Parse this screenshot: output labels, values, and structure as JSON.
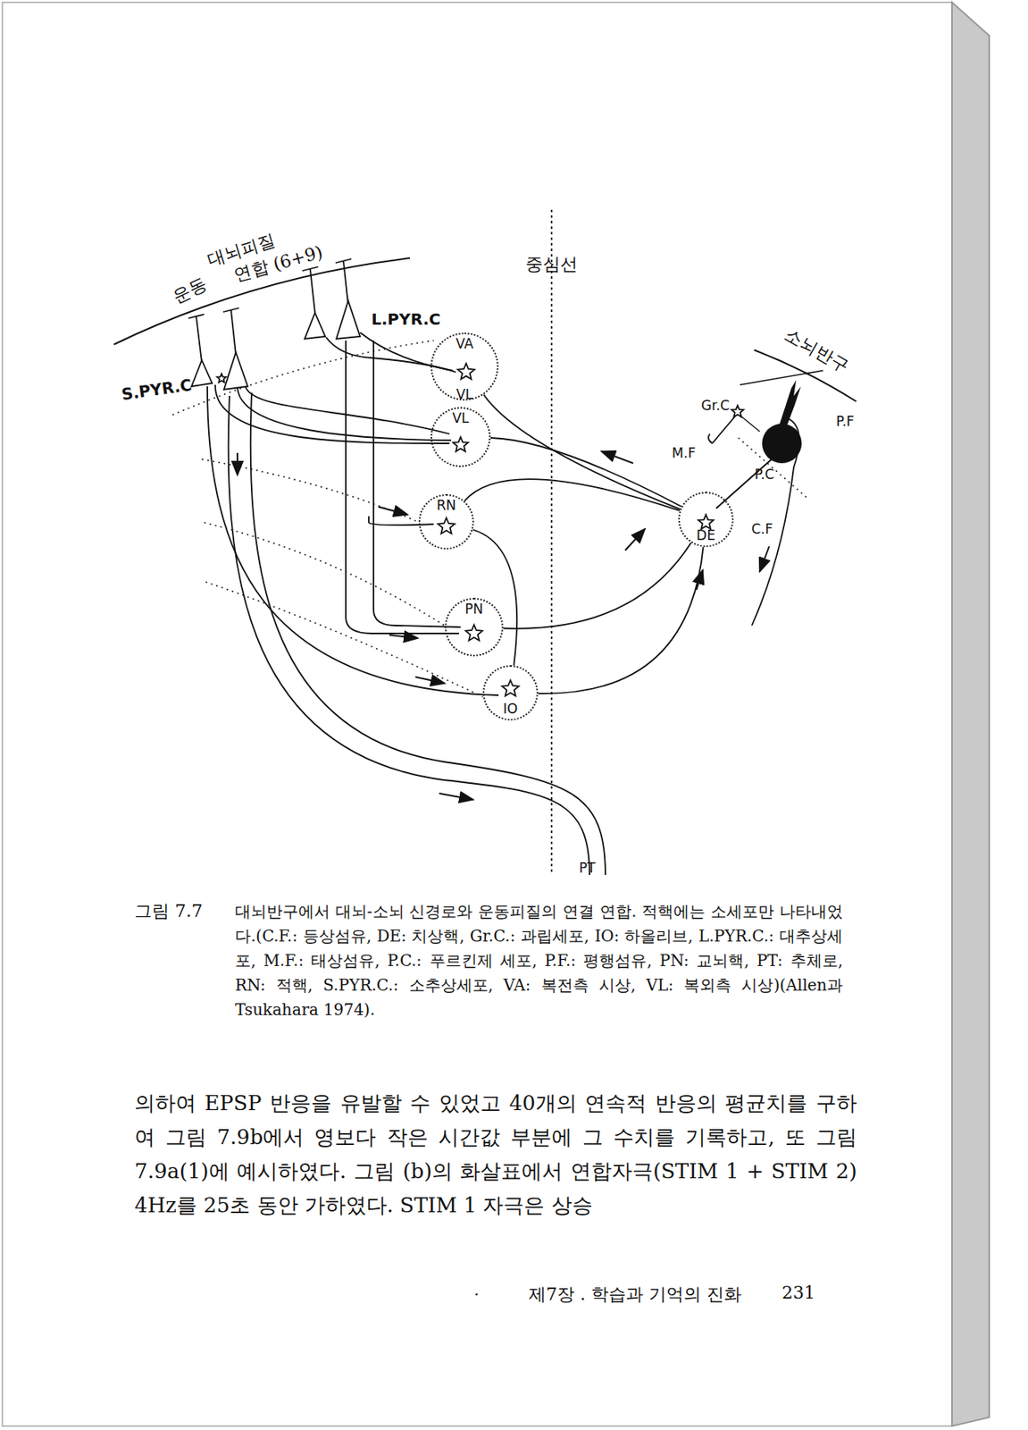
{
  "diagram": {
    "caption": "대뇌반구에서 대뇌-소뇌 신경로와 운동피질의 연결 연합. 적핵에는 소세포만 나타내었다.(C.F.: 등상섬유, DE: 치상핵, Gr.C.: 과립세포, IO: 하올리브, L.PYR.C.: 대추상세포, M.F.: 태상섬유, P.C.: 푸르킨제 세포, P.F.: 평행섬유, PN: 교뇌핵, PT: 추체로, RN: 적핵, S.PYR.C.: 소추상세포, VA: 복전측 시상, VL: 복외측 시상)(Allen과 Tsukahara 1974).",
    "nodes": [
      {
        "text": [
          "VA"
        ]
      },
      {
        "text": [
          "VL"
        ]
      },
      {
        "text": [
          "RN"
        ]
      },
      {
        "text": [
          "DE"
        ]
      },
      {
        "text": [
          "PN"
        ]
      },
      {
        "text": [
          "IO"
        ]
      }
    ],
    "edges": [
      {
        "from": 3,
        "to": 1,
        "arrow": "none"
      },
      {
        "from": 3,
        "to": 0,
        "arrow": "none"
      },
      {
        "from": 3,
        "to": 2,
        "arrow": "none"
      },
      {
        "from": 2,
        "to": 5,
        "arrow": "none"
      },
      {
        "from": 4,
        "to": 3,
        "arrow": "none"
      },
      {
        "from": 5,
        "to": 3,
        "arrow": "none"
      }
    ],
    "labels": [
      "대뇌피질",
      "운동",
      "연합 (6+9)",
      "중심선",
      "L.PYR.C",
      "소뇌반구",
      "VL",
      "S.PYR.C",
      "Gr.C",
      "P.F",
      "M.F",
      "P.C",
      "C.F",
      "PT",
      "그림 7.7",
      "의하여 EPSP 반응을 유발할 수 있었고 40개의 연속적 반응의 평균치를 구하여 그림 7.9b에서 영보다 작은 시간값 부분에 그 수치를 기록하고, 또 그림 7.9a(1)에 예시하였다. 그림 (b)의 화살표에서 연합자극(STIM 1 + STIM 2) 4Hz를 25초 동안 가하였다. STIM 1 자극은 상승",
      "·",
      "제7장 . 학습과 기억의 진화",
      "231"
    ]
  }
}
